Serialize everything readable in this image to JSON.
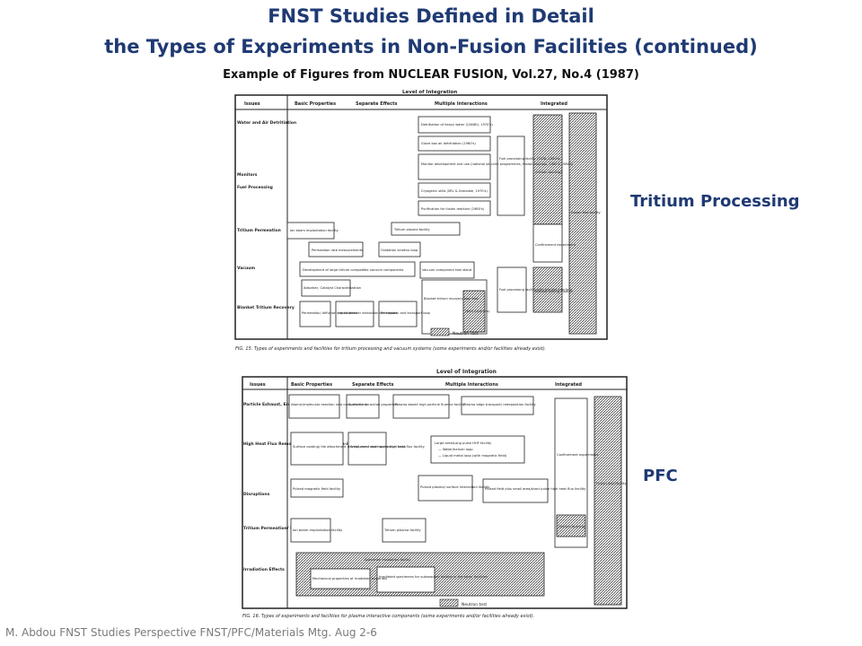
{
  "header": {
    "title_line1": "FNST Studies Defined in Detail",
    "title_line2": "the Types of Experiments in Non-Fusion Facilities (continued)",
    "subtitle": "Example of Figures from NUCLEAR FUSION, Vol.27, No.4 (1987)"
  },
  "labels": {
    "tritium": "Tritium Processing",
    "pfc": "PFC"
  },
  "footer": "M. Abdou  FNST Studies Perspective FNST/PFC/Materials Mtg. Aug 2-6",
  "fig15": {
    "level": "Level of Integration",
    "cols": [
      "Issues",
      "Basic Properties",
      "Separate Effects",
      "Multiple Interactions",
      "Integrated"
    ],
    "rows": [
      "Water and Air Detritiation",
      "Monitors",
      "Fuel Processing",
      "Tritium Permeation",
      "Vacuum",
      "Blanket Tritium Recovery"
    ],
    "boxes": [
      "Detritiation of heavy water (CANDU, 1970's)",
      "Glove box air detritiation (1960's)",
      "Monitor development and use (national security programmes, fission reactors, 1950's-1980's)",
      "Cryogenic stills (SRL & Grenoble, 1970's)",
      "Purification for fusion reactors (1980's)",
      "Fuel processing facility (TSTA, 1980's)",
      "(tritium burning)",
      "Fusion test facility",
      "Ion beam implantation facility",
      "Tritium plasma facility",
      "Permeation rate measurements",
      "Oxidation kinetics loop",
      "Confinement experiment",
      "Development of large tritium compatible vacuum components",
      "Vacuum component test stand",
      "Adsorber, Catalyst Characterization",
      "Fuel processing facility with blanket interface",
      "Blanket testing module",
      "Permeation/ diffusion mechanisms",
      "Liquid breeder extraction techniques",
      "Permeation and transport loop",
      "Blanket tritium recovery loop test",
      "(with neutrons)"
    ],
    "legend": "Neutron Test",
    "caption": "FIG. 15.  Types of experiments and facilities for tritium processing and vacuum systems (some experiments and/or facilities already exist)."
  },
  "fig16": {
    "level": "Level of Integration",
    "cols": [
      "Issues",
      "Basic Properties",
      "Separate Effects",
      "Multiple Interactions",
      "Integrated"
    ],
    "rows": [
      "Particle Exhaust, Erosion and Recycling",
      "High Heat Flux Removal and Thermomechan-ical Response",
      "Disruptions",
      "Tritium Permeation/ Retention",
      "Irradiation Effects"
    ],
    "boxes": [
      "Atomic/molecular reaction rate cross-sections",
      "Surface interaction properties",
      "Plasma based high particle fluence facility",
      "Plasma edge transport/ redeposition facility",
      "Surface coating/ tile attachment development and mechanical tests",
      "Small area/ short pulse high heat flux facility",
      "Large area/Long pulse HHF facility",
      "— Water/helium loop",
      "— Liquid metal loop (with magnetic field)",
      "Confinement experiment",
      "Fusion test facility",
      "Pulsed magnetic field facility",
      "Pulsed plasma/ surface interaction facility",
      "Pulsed field plus small area/short pulse high heat flux facility",
      "Ion beam implantation facility",
      "Tritium plasma facility",
      "(tritium burning)",
      "Specimen irradiation facility",
      "Mechanical properties of irradiated materials",
      "Irradiated specimens for subsequent testing in the other facilities"
    ],
    "legend": "Neutron test",
    "caption": "FIG. 16.  Types of experiments and facilities for plasma interactive components (some experiments and/or facilities already exist)."
  }
}
